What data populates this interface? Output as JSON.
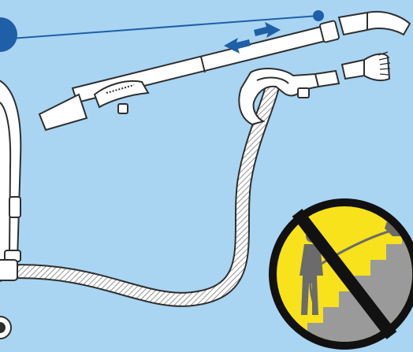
{
  "illustration": {
    "background_color": "#a9d5f2",
    "outline_color": "#2f2f2f",
    "part_fill": "#ffffff",
    "callout_color": "#1f5fa8",
    "arrow_color": "#1f5fa8",
    "prohibition_ring_color": "#111111",
    "prohibition_fill": "#f7e21b",
    "stair_color": "#9a9a9a",
    "person_color": "#6b6b6b",
    "parts": [
      {
        "icon": "extension-wand"
      },
      {
        "icon": "crevice-tool"
      },
      {
        "icon": "dusting-brush"
      },
      {
        "icon": "hose-handle"
      },
      {
        "icon": "flexible-hose"
      },
      {
        "icon": "vacuum-canister"
      },
      {
        "icon": "no-pulling-up-stairs-sign"
      }
    ]
  }
}
